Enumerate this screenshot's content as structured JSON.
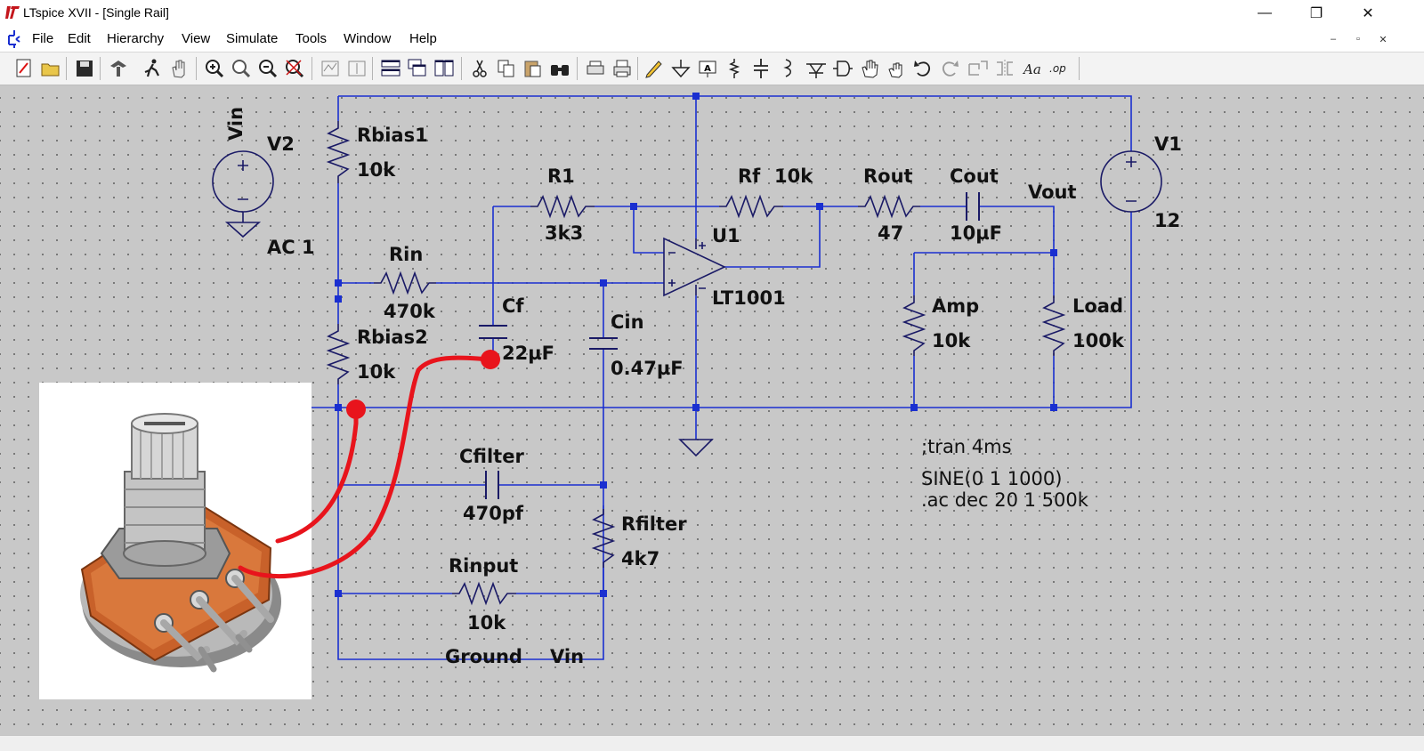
{
  "window": {
    "title": "LTspice XVII - [Single Rail]",
    "minimize": "—",
    "maximize": "❐",
    "close": "✕"
  },
  "menu": {
    "file": "File",
    "edit": "Edit",
    "hierarchy": "Hierarchy",
    "view": "View",
    "simulate": "Simulate",
    "tools": "Tools",
    "window": "Window",
    "help": "Help"
  },
  "mdi": {
    "minimize": "–",
    "restore": "▫",
    "close": "✕"
  },
  "toolbar_icons": [
    "new-schematic-icon",
    "open-icon",
    "save-icon",
    "control-panel-icon",
    "run-icon",
    "halt-icon",
    "zoom-in-icon",
    "zoom-pan-icon",
    "zoom-out-icon",
    "zoom-fit-icon",
    "autorange-icon",
    "vertical-autorange-icon",
    "tile-horizontal-icon",
    "cascade-icon",
    "tile-vertical-icon",
    "cut-icon",
    "copy-icon",
    "paste-icon",
    "find-icon",
    "print-setup-icon",
    "print-icon",
    "draw-wire-icon",
    "ground-icon",
    "label-net-icon",
    "resistor-icon",
    "capacitor-icon",
    "inductor-icon",
    "diode-icon",
    "component-icon",
    "move-icon",
    "drag-icon",
    "undo-icon",
    "redo-icon",
    "rotate-icon",
    "mirror-icon",
    "text-icon",
    "spice-directive-icon"
  ],
  "schematic": {
    "v2_net": "Vin",
    "v2_name": "V2",
    "v2_value": "AC 1",
    "rbias1_name": "Rbias1",
    "rbias1_value": "10k",
    "r1_name": "R1",
    "r1_value": "3k3",
    "rf_name": "Rf",
    "rf_value": "10k",
    "rout_name": "Rout",
    "rout_value": "47",
    "cout_name": "Cout",
    "cout_value": "10µF",
    "vout_label": "Vout",
    "v1_name": "V1",
    "v1_value": "12",
    "u1_name": "U1",
    "u1_value": "LT1001",
    "rin_name": "Rin",
    "rin_value": "470k",
    "cf_name": "Cf",
    "cf_value": "22µF",
    "cin_name": "Cin",
    "cin_value": "0.47µF",
    "rbias2_name": "Rbias2",
    "rbias2_value": "10k",
    "amp_name": "Amp",
    "amp_value": "10k",
    "load_name": "Load",
    "load_value": "100k",
    "cfilter_name": "Cfilter",
    "cfilter_value": "470pf",
    "rfilter_name": "Rfilter",
    "rfilter_value": "4k7",
    "rinput_name": "Rinput",
    "rinput_value": "10k",
    "ground_label": "Ground",
    "vin_label": "Vin",
    "directive_tran": ";tran 4ms",
    "directive_sine": "SINE(0 1 1000)",
    "directive_ac": ".ac dec 20 1 500k"
  },
  "colors": {
    "wire": "#1a2fd0",
    "canvas": "#c8c8c8",
    "overlay_wire": "#e8141c",
    "component": "#1a1a66"
  }
}
